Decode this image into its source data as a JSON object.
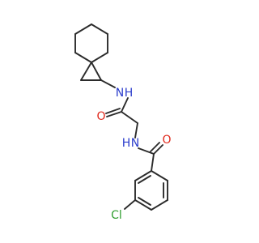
{
  "molecule": {
    "labels": {
      "nh_amine": "N",
      "h_amine": "H",
      "o_carbonyl_1": "O",
      "nh_amide": "N",
      "h_amide": "H",
      "o_carbonyl_2": "O",
      "chlorine": "Cl"
    },
    "colors": {
      "bond": "#2b2b2b",
      "nitrogen": "#2a3ccc",
      "oxygen": "#e0281b",
      "chlorine": "#2f9e2f"
    }
  }
}
